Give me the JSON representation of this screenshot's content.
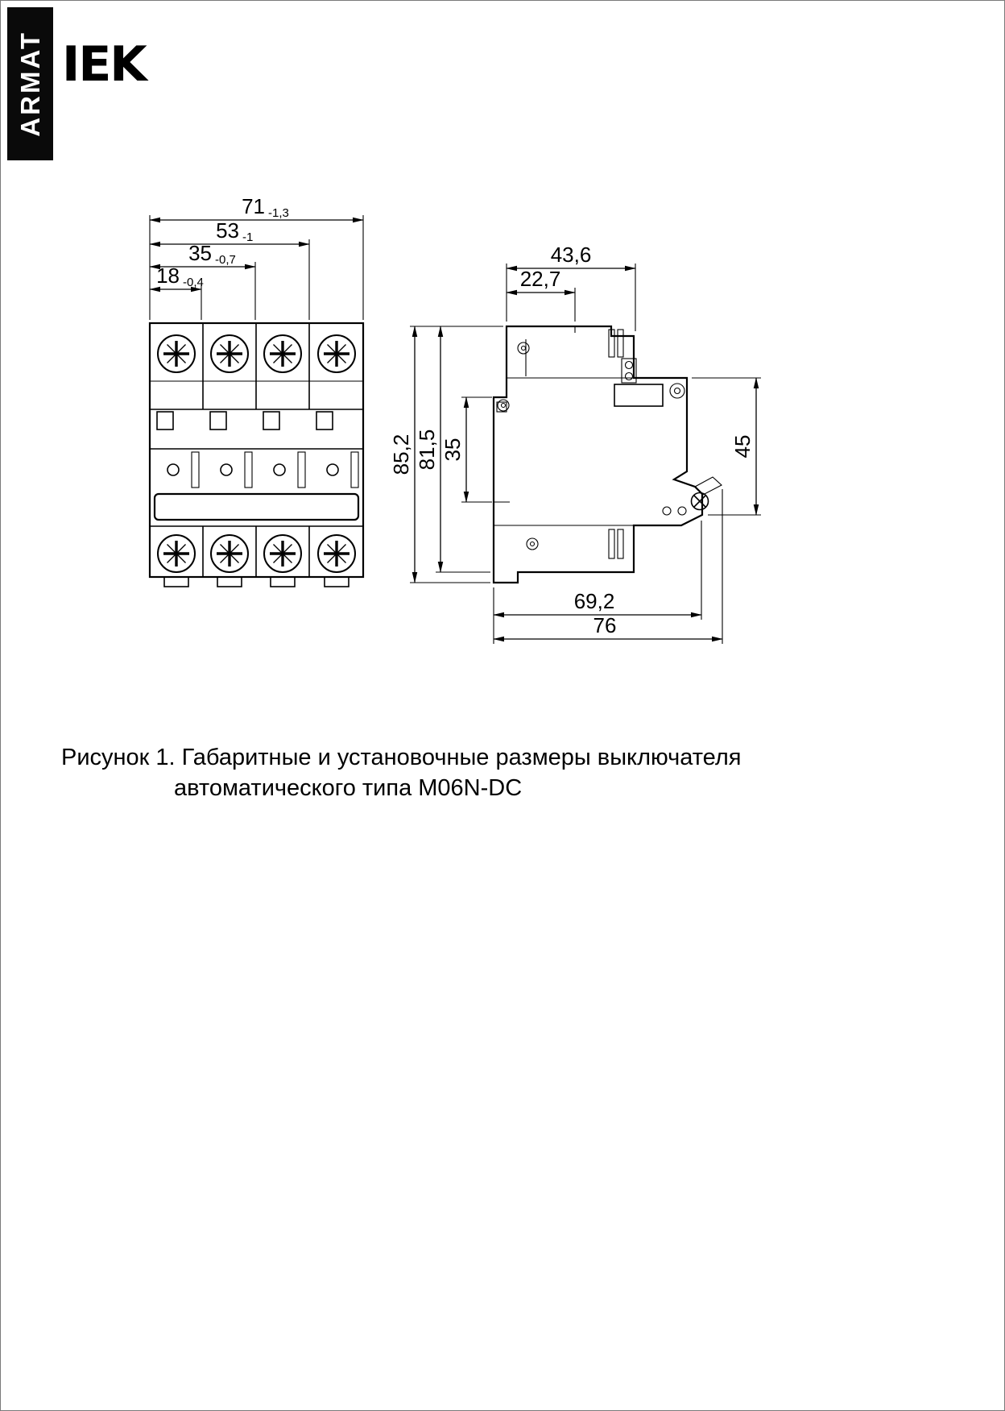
{
  "header": {
    "brand_vertical": "ARMAT",
    "logo": "IEK"
  },
  "figure": {
    "caption_line1": "Рисунок 1. Габаритные и установочные размеры выключателя",
    "caption_line2": "автоматического типа M06N-DC"
  },
  "front_view": {
    "dims": [
      {
        "value": "71",
        "tol": "-1,3"
      },
      {
        "value": "53",
        "tol": "-1"
      },
      {
        "value": "35",
        "tol": "-0,7"
      },
      {
        "value": "18",
        "tol": "-0,4"
      }
    ]
  },
  "side_view": {
    "width_overall": "43,6",
    "width_front": "22,7",
    "height_overall": "85,2",
    "height_body": "81,5",
    "handle_zone": "35",
    "din_zone": "45",
    "depth_body": "69,2",
    "depth_overall": "76"
  },
  "colors": {
    "ink": "#000000",
    "paper": "#ffffff",
    "brand_bar": "#0a0a0a"
  }
}
